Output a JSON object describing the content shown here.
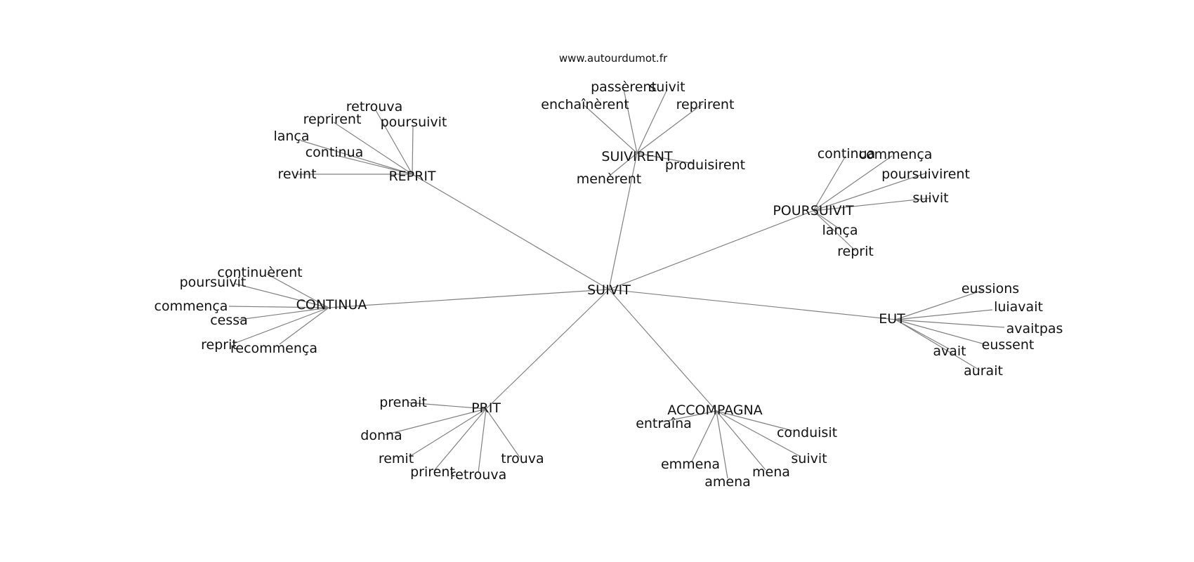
{
  "site": "www.autourdumot.fr",
  "center": "SUIVIT",
  "clusters": [
    {
      "hub": "REPRIT",
      "leaves": [
        "retrouva",
        "reprirent",
        "poursuivit",
        "lança",
        "continua",
        "revint"
      ]
    },
    {
      "hub": "SUIVIRENT",
      "leaves": [
        "passèrent",
        "suivit",
        "enchaînèrent",
        "reprirent",
        "produisirent",
        "menèrent"
      ]
    },
    {
      "hub": "POURSUIVIT",
      "leaves": [
        "continua",
        "commença",
        "poursuivirent",
        "suivit",
        "lança",
        "reprit"
      ]
    },
    {
      "hub": "CONTINUA",
      "leaves": [
        "continuèrent",
        "poursuivit",
        "commença",
        "cessa",
        "reprit",
        "recommença"
      ]
    },
    {
      "hub": "EUT",
      "leaves": [
        "eussions",
        "luiavait",
        "avaitpas",
        "eussent",
        "avait",
        "aurait"
      ]
    },
    {
      "hub": "PRIT",
      "leaves": [
        "prenait",
        "donna",
        "remit",
        "prirent",
        "retrouva",
        "trouva"
      ]
    },
    {
      "hub": "ACCOMPAGNA",
      "leaves": [
        "entraîna",
        "conduisit",
        "suivit",
        "emmena",
        "amena",
        "mena"
      ]
    }
  ]
}
